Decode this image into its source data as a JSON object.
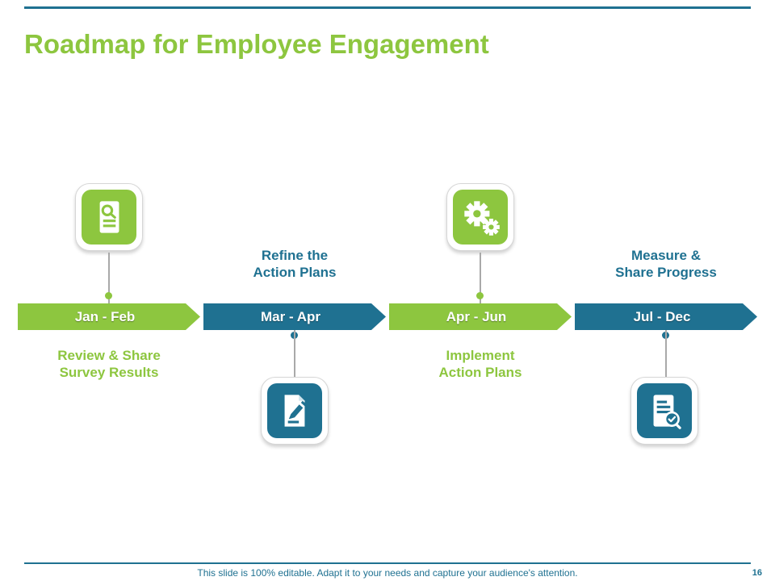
{
  "slide": {
    "title": "Roadmap for Employee Engagement",
    "footer": "This slide is 100% editable. Adapt it to your needs and capture your audience's attention.",
    "page_number": "16",
    "colors": {
      "green": "#8dc63f",
      "teal": "#1f7191",
      "connector_gray": "#a9a9a9",
      "background": "#ffffff"
    }
  },
  "timeline": {
    "milestones": [
      {
        "period": "Jan - Feb",
        "description": "Review & Share\nSurvey Results",
        "color": "green",
        "icon": "document-search-icon",
        "icon_position": "above"
      },
      {
        "period": "Mar - Apr",
        "description": "Refine the\nAction Plans",
        "color": "teal",
        "icon": "edit-document-icon",
        "icon_position": "below"
      },
      {
        "period": "Apr - Jun",
        "description": "Implement\nAction Plans",
        "color": "green",
        "icon": "gears-icon",
        "icon_position": "above"
      },
      {
        "period": "Jul - Dec",
        "description": "Measure &\nShare Progress",
        "color": "teal",
        "icon": "progress-report-icon",
        "icon_position": "below"
      }
    ]
  }
}
